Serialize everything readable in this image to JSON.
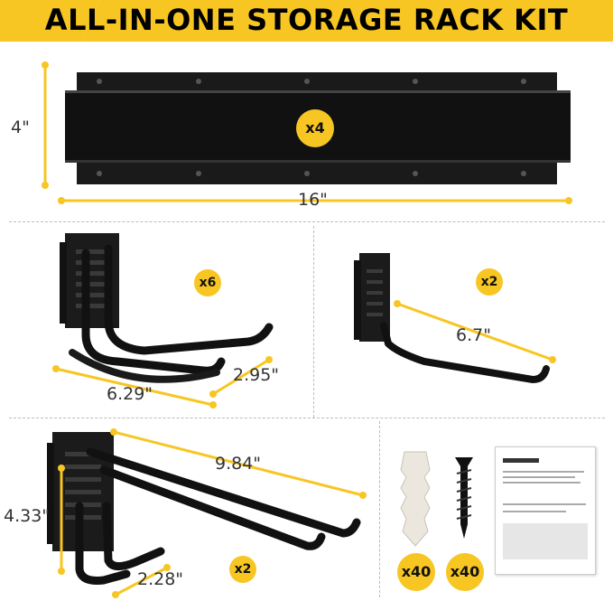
{
  "header": {
    "title": "ALL-IN-ONE STORAGE RACK KIT",
    "accent_color": "#f7c623"
  },
  "rail": {
    "quantity": "x4",
    "height_label": "4\"",
    "length_label": "16\""
  },
  "double_hook": {
    "quantity": "x6",
    "width_label": "6.29\"",
    "depth_label": "2.95\""
  },
  "single_hook": {
    "quantity": "x2",
    "length_label": "6.7\""
  },
  "long_hook": {
    "quantity": "x2",
    "length_label": "9.84\"",
    "height_label": "4.33\"",
    "depth_label": "2.28\""
  },
  "hardware": {
    "anchor_quantity": "x40",
    "screw_quantity": "x40"
  }
}
